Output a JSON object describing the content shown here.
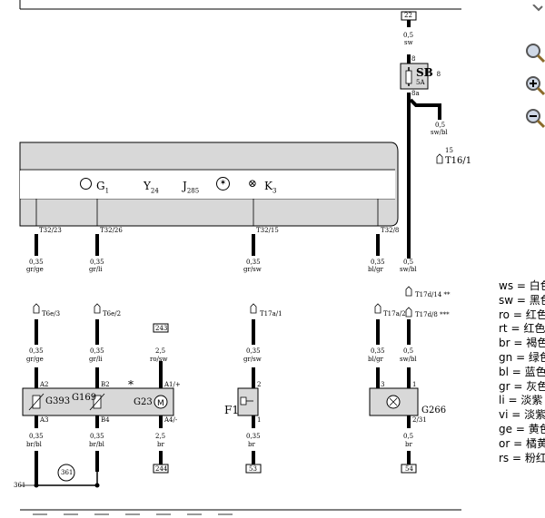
{
  "bus_box": {
    "components": [
      {
        "id": "G",
        "sub": "1",
        "icon": "gauge-icon"
      },
      {
        "id": "Y",
        "sub": "24"
      },
      {
        "id": "J",
        "sub": "285"
      },
      {
        "id": "",
        "sub": "",
        "icon": "indicator-lamp-icon"
      },
      {
        "id": "K",
        "sub": "3",
        "icon": "warning-lamp-icon"
      }
    ]
  },
  "top_terminal": "22",
  "fuse": {
    "id": "SB",
    "num": "8",
    "rating": "5A",
    "pin_in": "8",
    "pin_out": "8a"
  },
  "top_wire": {
    "size": "0,5",
    "color": "sw"
  },
  "branch_wire": {
    "size": "0,5",
    "color": "sw/bl",
    "pin": "15",
    "conn": "T16/1"
  },
  "wires": [
    {
      "conn": "T32/23",
      "size_a": "0,35",
      "color_a": "gr/ge",
      "mid_conn": "T6e/3",
      "size_b": "0,35",
      "color_b": "gr/ge",
      "pin": "A2",
      "size_c": "0,35",
      "color_c": "br/bl",
      "pin_low": "A3"
    },
    {
      "conn": "T32/26",
      "size_a": "0,35",
      "color_a": "gr/li",
      "mid_conn": "T6e/2",
      "size_b": "0,35",
      "color_b": "gr/li",
      "pin": "B2",
      "size_c": "0,35",
      "color_c": "br/bl",
      "pin_low": "B4"
    },
    {
      "conn": "T32/15",
      "size_a": "0,35",
      "color_a": "gr/sw",
      "mid_conn": "T17a/1",
      "size_b": "0,35",
      "color_b": "gr/sw",
      "pin": "2",
      "size_c": "0,35",
      "color_c": "br",
      "pin_low": "1"
    },
    {
      "conn": "T32/8",
      "size_a": "0,35",
      "color_a": "bl/gr",
      "mid_conn": "T17a/2",
      "size_b": "0,35",
      "color_b": "bl/gr",
      "pin": "3"
    },
    {
      "conn": "",
      "size_a": "0,5",
      "color_a": "sw/bl",
      "mid_conn": "T17d/14 **",
      "mid_conn2": "T17d/8 ***",
      "size_b": "0,5",
      "color_b": "sw/bl",
      "pin": "1",
      "size_c": "0,5",
      "color_c": "br",
      "pin_low": "2/31"
    }
  ],
  "motor_wire": {
    "terminal_top": "243",
    "size_a": "2,5",
    "color_a": "ro/sw",
    "pin_top": "A1/+",
    "pin_low": "A4/-",
    "size_b": "2,5",
    "color_b": "br",
    "terminal_bottom": "244"
  },
  "sensors": {
    "g393": "G393",
    "g169": "G169",
    "g23": "G23",
    "star": "*"
  },
  "f1": "F1",
  "g266": "G266",
  "ground": {
    "node": "361",
    "point": "361"
  },
  "bottom_terminals": {
    "f1": "53",
    "g266": "54"
  },
  "legend": [
    {
      "code": "ws",
      "text": "= 白色"
    },
    {
      "code": "sw",
      "text": "= 黑色"
    },
    {
      "code": "ro",
      "text": "= 红色"
    },
    {
      "code": "rt",
      "text": "= 红色"
    },
    {
      "code": "br",
      "text": "= 褐色"
    },
    {
      "code": "gn",
      "text": "= 绿色"
    },
    {
      "code": "bl",
      "text": "= 蓝色"
    },
    {
      "code": "gr",
      "text": "= 灰色"
    },
    {
      "code": "li",
      "text": "= 淡紫"
    },
    {
      "code": "vi",
      "text": "= 淡紫"
    },
    {
      "code": "ge",
      "text": "= 黄色"
    },
    {
      "code": "or",
      "text": "= 橘黄"
    },
    {
      "code": "rs",
      "text": "= 粉红"
    }
  ]
}
